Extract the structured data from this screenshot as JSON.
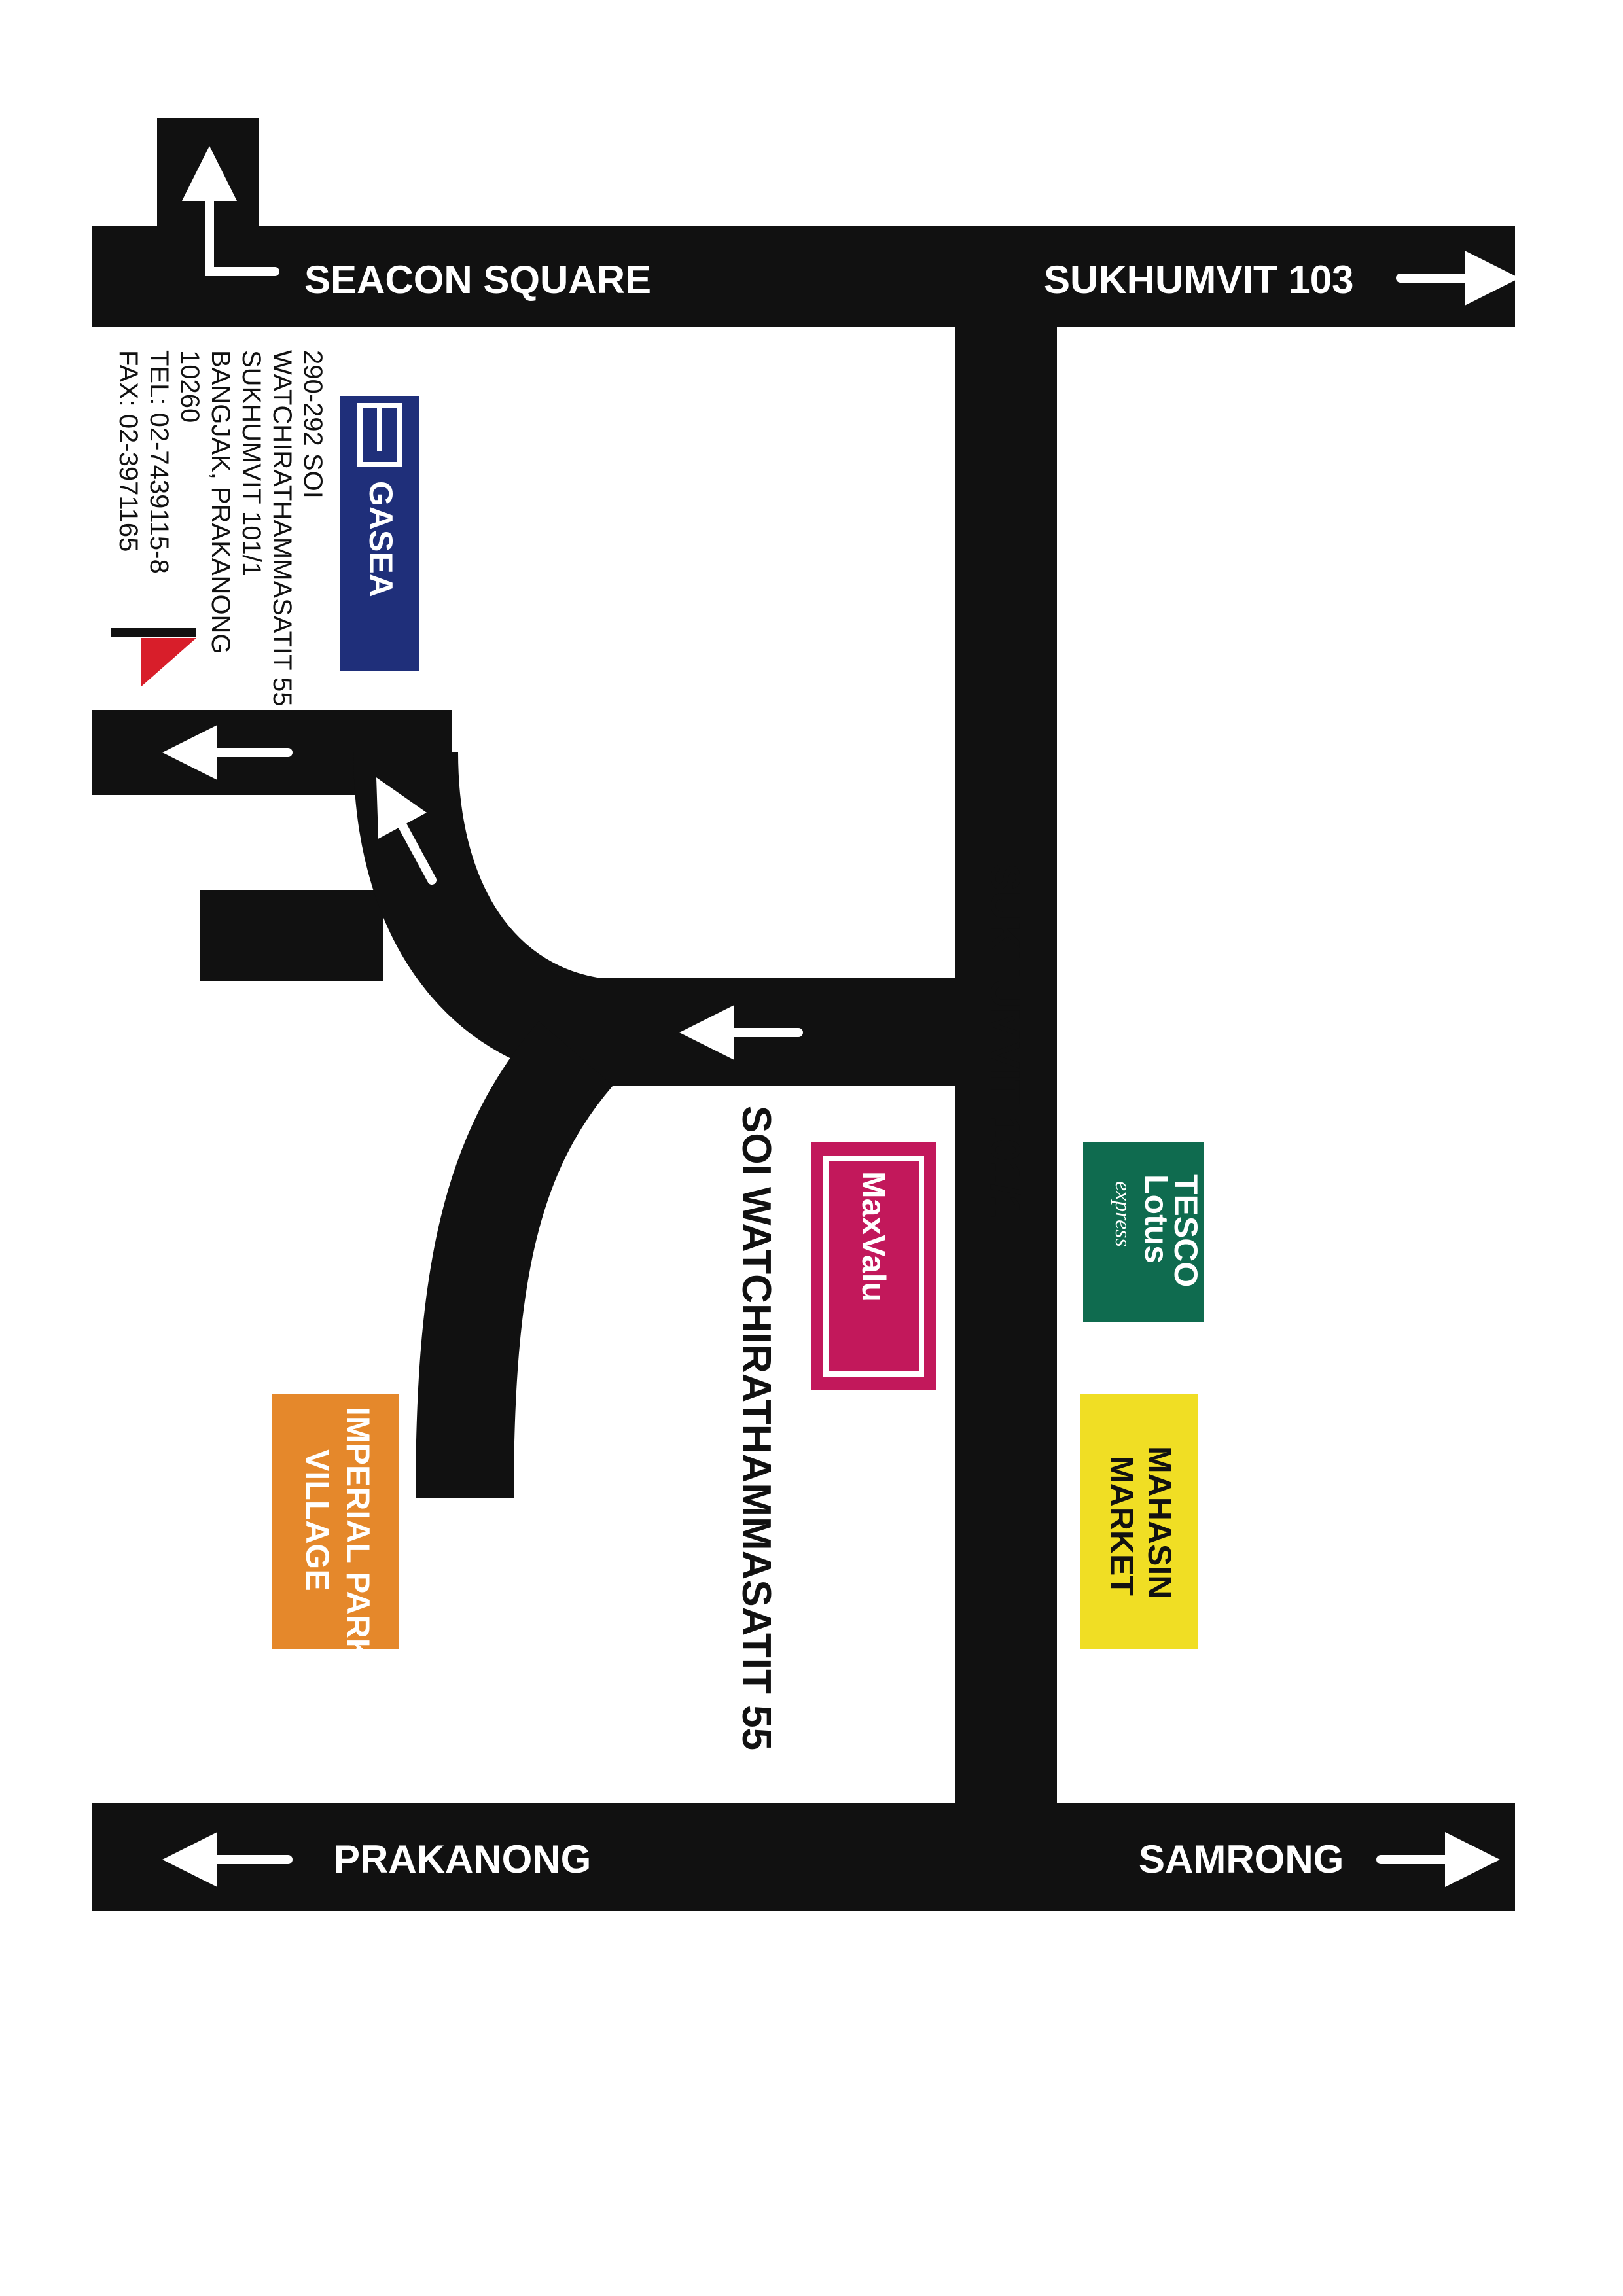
{
  "colors": {
    "road": "#111111",
    "text_on_road": "#ffffff",
    "gasea": "#1f2f7a",
    "maxvalu": "#c2185b",
    "tesco": "#0f6b4f",
    "imperial": "#e5882b",
    "mahasin": "#f0de24",
    "logo_red": "#d81e2a"
  },
  "roads": {
    "seacon_square": "SEACON SQUARE",
    "sukhumvit_103": "SUKHUMVIT 103",
    "sukhumvit_101_1": "SUKHUMVIT 101/1",
    "soi": "SOI WATCHIRATHAMMASATIT 55",
    "prakanong": "PRAKANONG",
    "samrong": "SAMRONG"
  },
  "landmarks": {
    "gasea": "GASEA",
    "maxvalu": "MaxValu",
    "tesco_line1": "TESCO",
    "tesco_line2": "Lotus",
    "tesco_line3": "express",
    "imperial_line1": "IMPERIAL PARK",
    "imperial_line2": "VILLAGE",
    "mahasin_line1": "MAHASIN",
    "mahasin_line2": "MARKET"
  },
  "address": {
    "line1": "290-292 SOI",
    "line2": "WATCHIRATHAMMASATIT 55",
    "line3": "SUKHUMVIT 101/1",
    "line4": "BANGJAK, PRAKANONG",
    "line5": "10260",
    "line6": "TEL: 02-7439115-8",
    "line7": "FAX: 02-3971165"
  },
  "icons": [
    "arrow-up-icon",
    "arrow-right-icon",
    "arrow-left-icon",
    "gasea-logo-icon",
    "location-marker-icon"
  ]
}
